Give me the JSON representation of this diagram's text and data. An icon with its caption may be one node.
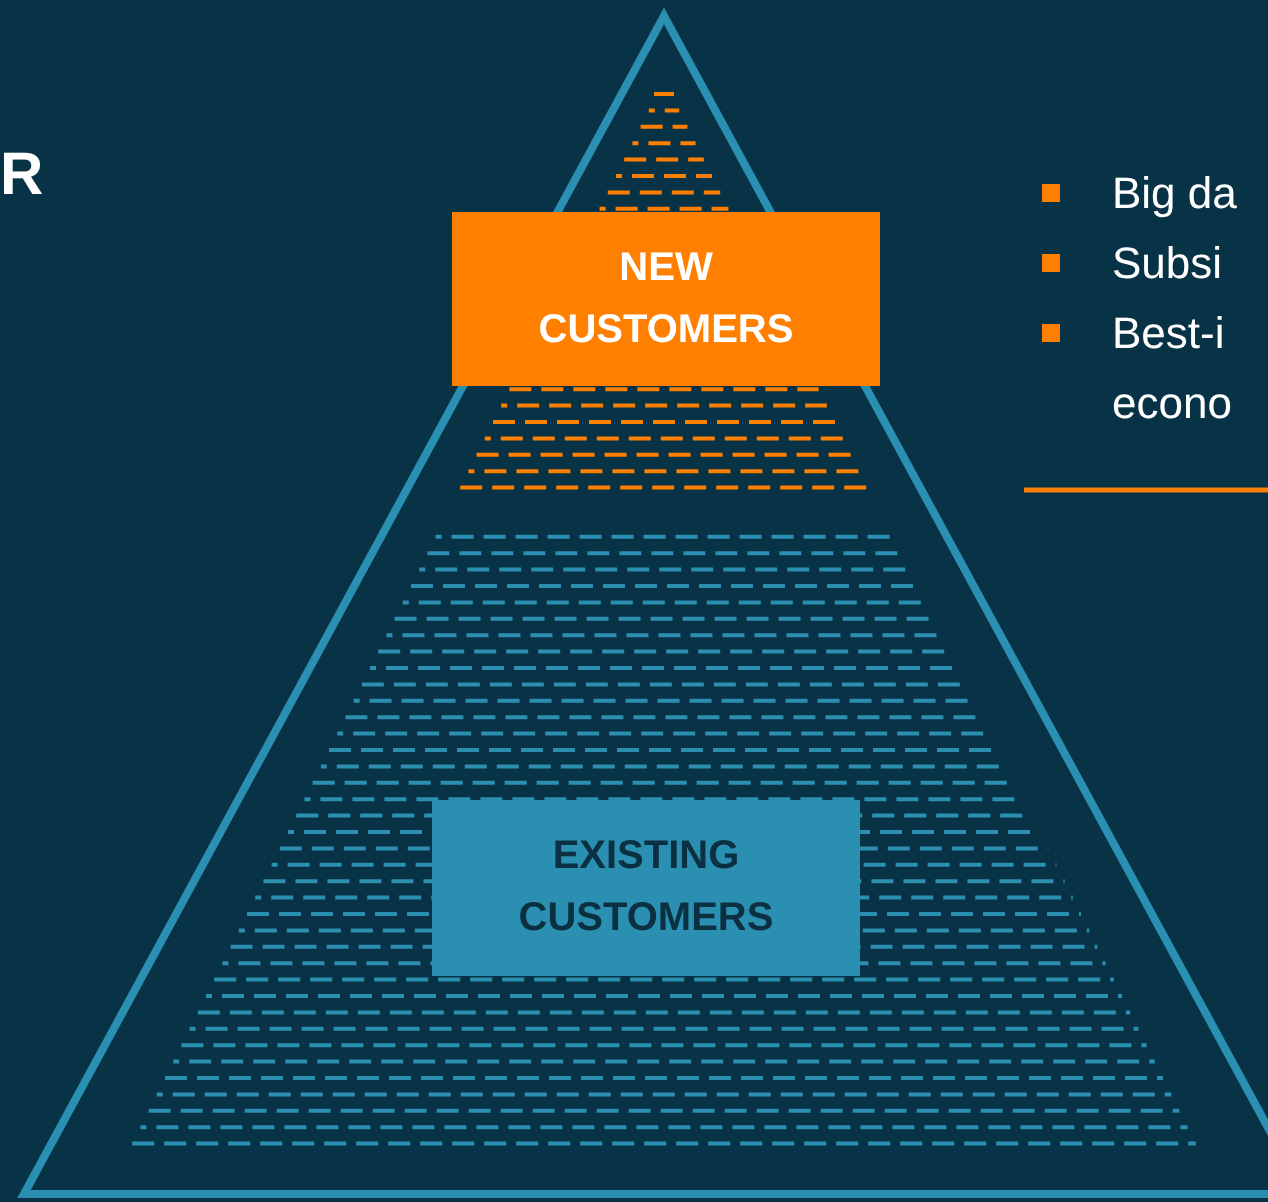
{
  "diagram": {
    "nodes": [
      {
        "text": [
          "NEW CUSTOMERS"
        ]
      },
      {
        "text": [
          "EXISTING CUSTOMERS"
        ]
      }
    ],
    "labels": [
      "R",
      "Big da",
      "Subsi",
      "Best-i econo"
    ]
  }
}
